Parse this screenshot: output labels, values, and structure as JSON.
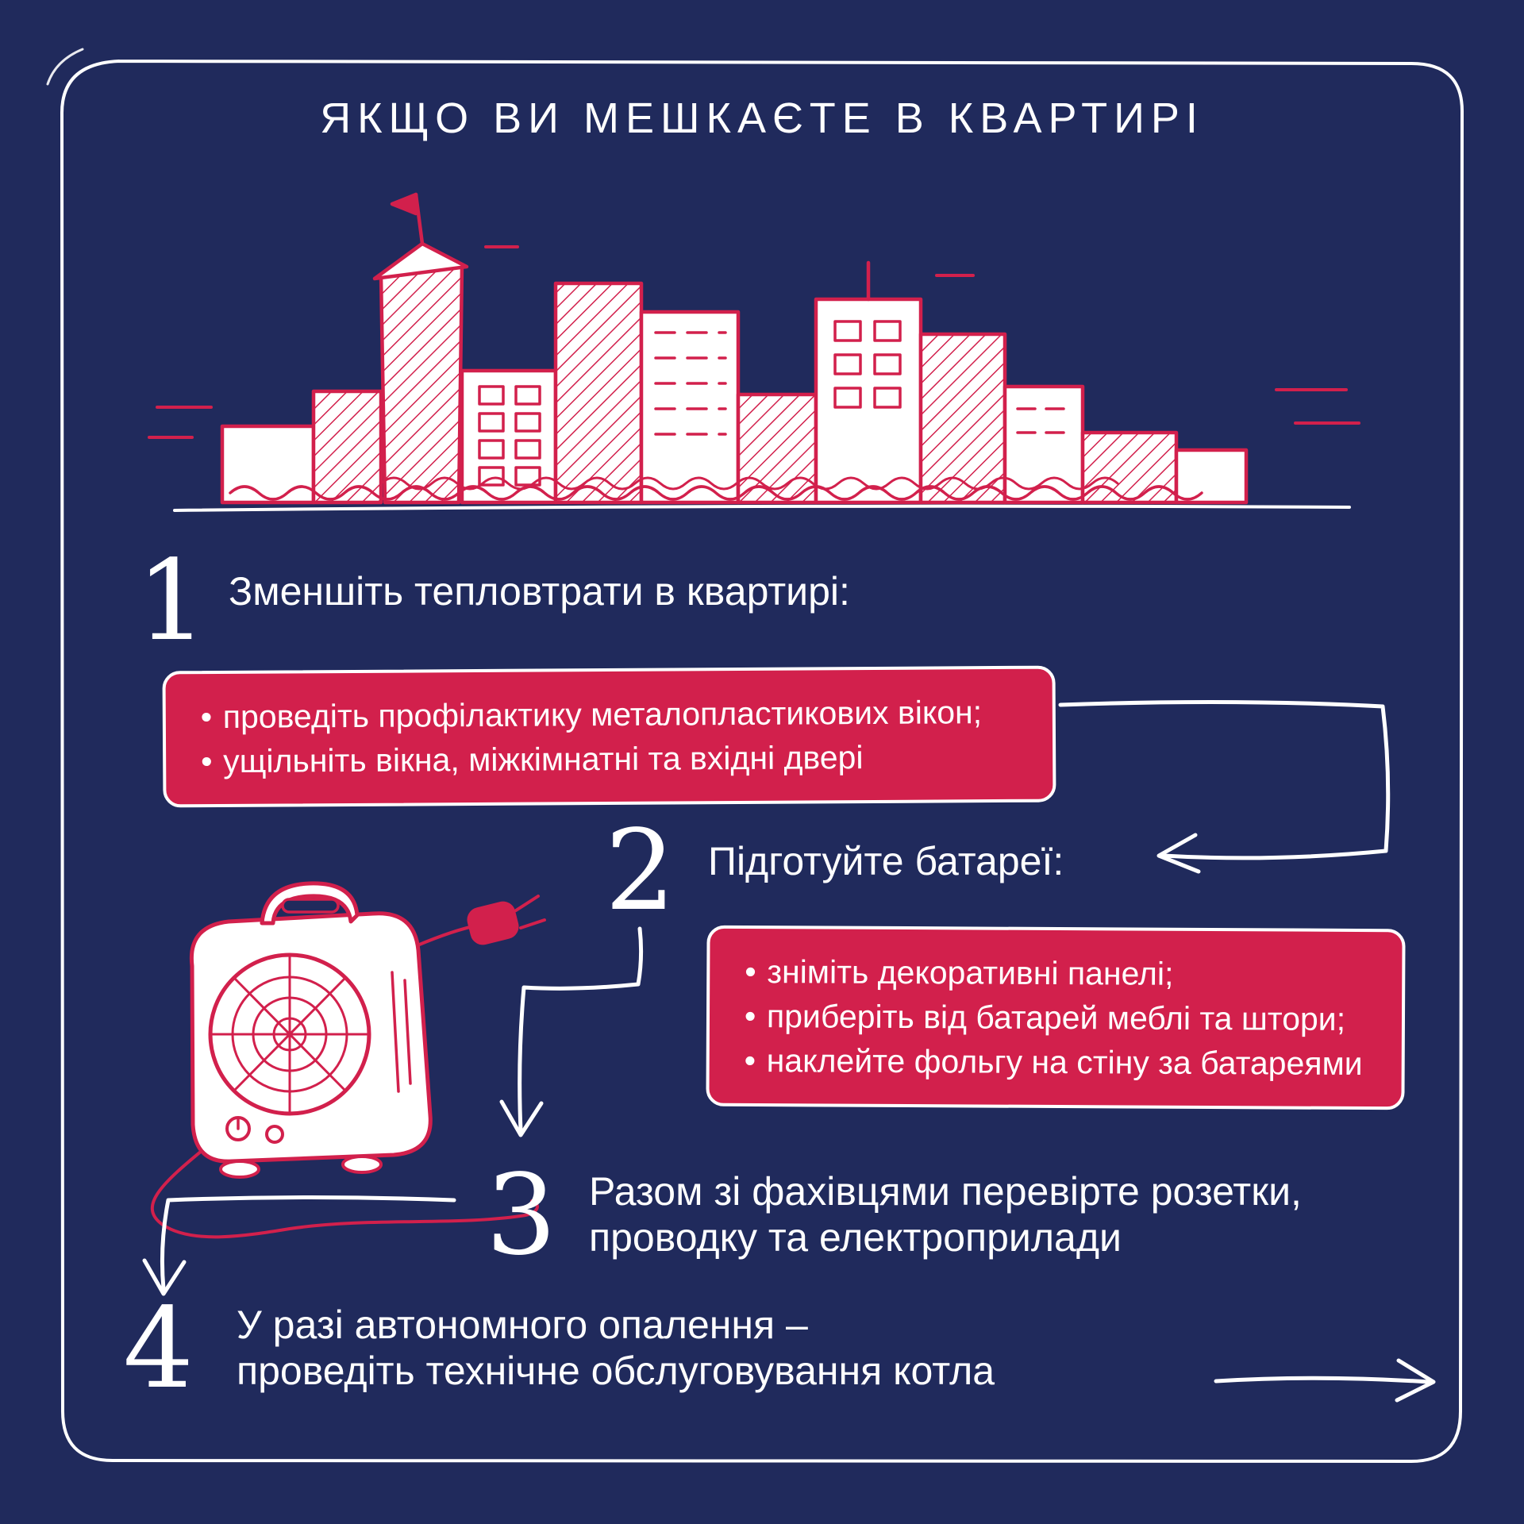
{
  "title": "ЯКЩО ВИ МЕШКАЄТЕ В КВАРТИРІ",
  "colors": {
    "background": "#202a5c",
    "accent_red": "#d2204c",
    "ink_white": "#ffffff"
  },
  "illustrations": {
    "skyline": "city-skyline-sketch",
    "heater": "electric-fan-heater-sketch",
    "plug": "power-plug-icon"
  },
  "steps": [
    {
      "number": "1",
      "label": "Зменшіть тепловтрати в квартирі:",
      "bullets": [
        "проведіть профілактику металопластикових вікон;",
        "ущільніть вікна, міжкімнатні та вхідні двері"
      ]
    },
    {
      "number": "2",
      "label": "Підготуйте батареї:",
      "bullets": [
        "зніміть декоративні панелі;",
        "приберіть від батарей меблі та штори;",
        "наклейте фольгу на стіну за батареями"
      ]
    },
    {
      "number": "3",
      "lines": [
        "Разом зі фахівцями перевірте розетки,",
        "проводку та електроприлади"
      ]
    },
    {
      "number": "4",
      "lines": [
        "У разі автономного опалення –",
        "проведіть технічне обслуговування котла"
      ]
    }
  ]
}
